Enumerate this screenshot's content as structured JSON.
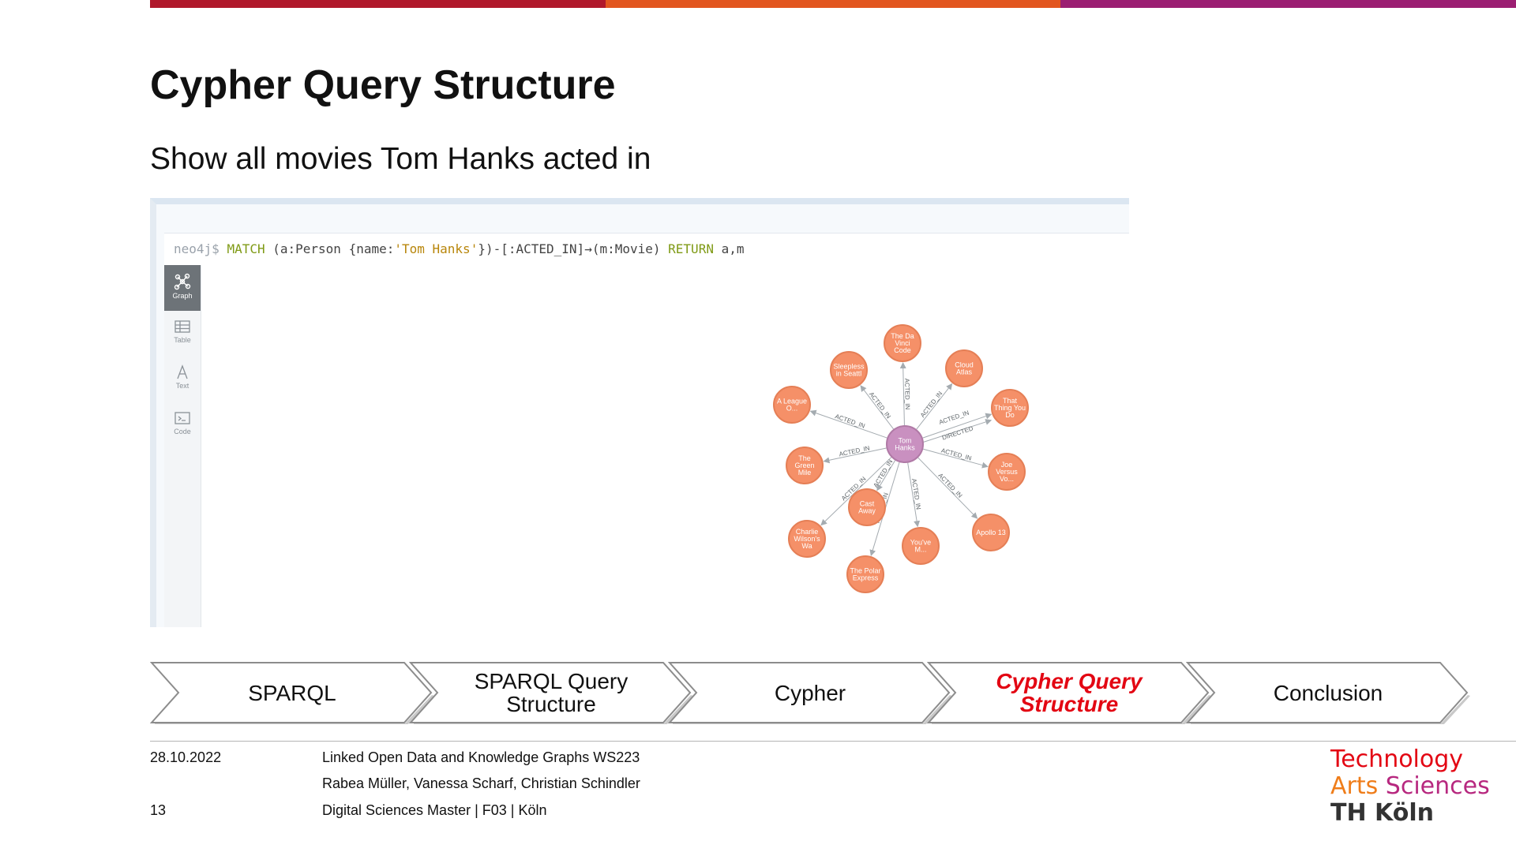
{
  "colors": {
    "bar_red": "#b0182b",
    "bar_orange": "#e2561f",
    "bar_purple": "#9b1e72",
    "active_nav": "#e30613",
    "node_movie": "#f59068",
    "node_person": "#c990c0",
    "logo_red": "#e30613",
    "logo_orange": "#ef7d1a",
    "logo_magenta": "#b7287f",
    "logo_dark": "#333333"
  },
  "slide": {
    "title": "Cypher Query Structure",
    "subtitle": "Show all movies Tom Hanks acted in"
  },
  "query": {
    "prompt": "neo4j$",
    "tokens": [
      {
        "text": "MATCH ",
        "kind": "keyword"
      },
      {
        "text": "(a:Person {name:",
        "kind": "text"
      },
      {
        "text": "'Tom Hanks'",
        "kind": "string"
      },
      {
        "text": "})-[:ACTED_IN]→(m:Movie) ",
        "kind": "text"
      },
      {
        "text": "RETURN ",
        "kind": "keyword"
      },
      {
        "text": "a,m",
        "kind": "text"
      }
    ]
  },
  "side_tabs": [
    {
      "label": "Graph",
      "icon": "graph-icon",
      "active": true
    },
    {
      "label": "Table",
      "icon": "table-icon",
      "active": false
    },
    {
      "label": "Text",
      "icon": "text-icon",
      "active": false
    },
    {
      "label": "Code",
      "icon": "code-icon",
      "active": false
    }
  ],
  "graph": {
    "center": {
      "lines": [
        "Tom",
        "Hanks"
      ]
    },
    "nodes": [
      {
        "lines": [
          "The Da",
          "Vinci",
          "Code"
        ],
        "rel": "ACTED_IN"
      },
      {
        "lines": [
          "Cloud",
          "Atlas"
        ],
        "rel": "ACTED_IN"
      },
      {
        "lines": [
          "That",
          "Thing You",
          "Do"
        ],
        "rel": "ACTED_IN"
      },
      {
        "lines": [
          "Joe",
          "Versus",
          "Vo..."
        ],
        "rel": "ACTED_IN"
      },
      {
        "lines": [
          "Apollo 13"
        ],
        "rel": "ACTED_IN"
      },
      {
        "lines": [
          "You've",
          "M..."
        ],
        "rel": "ACTED_IN"
      },
      {
        "lines": [
          "The Polar",
          "Express"
        ],
        "rel": "ACTED_IN"
      },
      {
        "lines": [
          "Charlie",
          "Wilson's",
          "Wa"
        ],
        "rel": "ACTED_IN"
      },
      {
        "lines": [
          "Cast",
          "Away"
        ],
        "rel": "ACTED_IN"
      },
      {
        "lines": [
          "The",
          "Green",
          "Mile"
        ],
        "rel": "ACTED_IN"
      },
      {
        "lines": [
          "A League",
          "O..."
        ],
        "rel": "ACTED_IN"
      },
      {
        "lines": [
          "Sleepless",
          "in Seattl"
        ],
        "rel": "ACTED_IN"
      }
    ],
    "extra_edge": {
      "rel": "DIRECTED",
      "target": "That Thing You Do"
    }
  },
  "nav": [
    {
      "lines": [
        "SPARQL"
      ],
      "active": false
    },
    {
      "lines": [
        "SPARQL Query",
        "Structure"
      ],
      "active": false
    },
    {
      "lines": [
        "Cypher"
      ],
      "active": false
    },
    {
      "lines": [
        "Cypher Query",
        "Structure"
      ],
      "active": true
    },
    {
      "lines": [
        "Conclusion"
      ],
      "active": false
    }
  ],
  "footer": {
    "date": "28.10.2022",
    "course": "Linked Open Data and Knowledge Graphs WS223",
    "authors": "Rabea Müller, Vanessa Scharf, Christian Schindler",
    "page_number": "13",
    "program": "Digital Sciences Master | F03 | Köln"
  },
  "logo": {
    "line1": "Technology",
    "line2a": "Arts",
    "line2b": "Sciences",
    "line3": "TH Köln"
  }
}
